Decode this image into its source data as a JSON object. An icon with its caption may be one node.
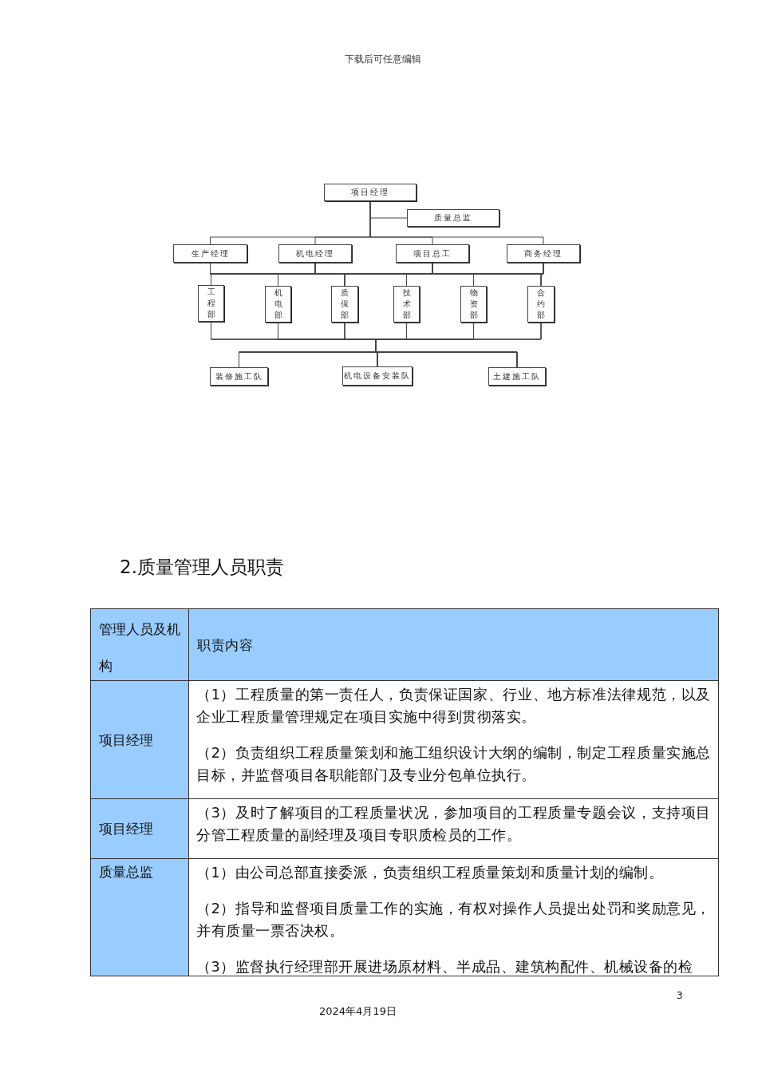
{
  "diagram": {
    "nodes": [
      {
        "text": [
          "项目经理"
        ]
      },
      {
        "text": [
          "质量总监"
        ]
      },
      {
        "text": [
          "生产经理"
        ]
      },
      {
        "text": [
          "机电经理"
        ]
      },
      {
        "text": [
          "项目总工"
        ]
      },
      {
        "text": [
          "商务经理"
        ]
      },
      {
        "text": [
          "工程部"
        ]
      },
      {
        "text": [
          "机电部"
        ]
      },
      {
        "text": [
          "质保部"
        ]
      },
      {
        "text": [
          "技术部"
        ]
      },
      {
        "text": [
          "物资部"
        ]
      },
      {
        "text": [
          "合约部"
        ]
      },
      {
        "text": [
          "装修施工队"
        ]
      },
      {
        "text": [
          "机电设备安装队"
        ]
      },
      {
        "text": [
          "土建施工队"
        ]
      }
    ],
    "edges": [
      {
        "from": 0,
        "to": 1,
        "arrow": "none"
      },
      {
        "from": 0,
        "to": 2,
        "arrow": "none"
      },
      {
        "from": 0,
        "to": 3,
        "arrow": "none"
      },
      {
        "from": 0,
        "to": 4,
        "arrow": "none"
      },
      {
        "from": 0,
        "to": 5,
        "arrow": "none"
      },
      {
        "from": 2,
        "to": 6,
        "arrow": "none"
      },
      {
        "from": 2,
        "to": 7,
        "arrow": "none"
      },
      {
        "from": 2,
        "to": 8,
        "arrow": "none"
      },
      {
        "from": 2,
        "to": 9,
        "arrow": "none"
      },
      {
        "from": 2,
        "to": 10,
        "arrow": "none"
      },
      {
        "from": 2,
        "to": 11,
        "arrow": "none"
      },
      {
        "from": 3,
        "to": 6,
        "arrow": "none"
      },
      {
        "from": 3,
        "to": 7,
        "arrow": "none"
      },
      {
        "from": 3,
        "to": 8,
        "arrow": "none"
      },
      {
        "from": 3,
        "to": 9,
        "arrow": "none"
      },
      {
        "from": 3,
        "to": 10,
        "arrow": "none"
      },
      {
        "from": 3,
        "to": 11,
        "arrow": "none"
      },
      {
        "from": 4,
        "to": 6,
        "arrow": "none"
      },
      {
        "from": 4,
        "to": 7,
        "arrow": "none"
      },
      {
        "from": 4,
        "to": 8,
        "arrow": "none"
      },
      {
        "from": 4,
        "to": 9,
        "arrow": "none"
      },
      {
        "from": 4,
        "to": 10,
        "arrow": "none"
      },
      {
        "from": 4,
        "to": 11,
        "arrow": "none"
      },
      {
        "from": 5,
        "to": 6,
        "arrow": "none"
      },
      {
        "from": 5,
        "to": 7,
        "arrow": "none"
      },
      {
        "from": 5,
        "to": 8,
        "arrow": "none"
      },
      {
        "from": 5,
        "to": 9,
        "arrow": "none"
      },
      {
        "from": 5,
        "to": 10,
        "arrow": "none"
      },
      {
        "from": 5,
        "to": 11,
        "arrow": "none"
      },
      {
        "from": 6,
        "to": 12,
        "arrow": "none"
      },
      {
        "from": 6,
        "to": 13,
        "arrow": "none"
      },
      {
        "from": 6,
        "to": 14,
        "arrow": "none"
      },
      {
        "from": 7,
        "to": 12,
        "arrow": "none"
      },
      {
        "from": 7,
        "to": 13,
        "arrow": "none"
      },
      {
        "from": 7,
        "to": 14,
        "arrow": "none"
      },
      {
        "from": 8,
        "to": 12,
        "arrow": "none"
      },
      {
        "from": 8,
        "to": 13,
        "arrow": "none"
      },
      {
        "from": 8,
        "to": 14,
        "arrow": "none"
      },
      {
        "from": 9,
        "to": 12,
        "arrow": "none"
      },
      {
        "from": 9,
        "to": 13,
        "arrow": "none"
      },
      {
        "from": 9,
        "to": 14,
        "arrow": "none"
      },
      {
        "from": 10,
        "to": 12,
        "arrow": "none"
      },
      {
        "from": 10,
        "to": 13,
        "arrow": "none"
      },
      {
        "from": 10,
        "to": 14,
        "arrow": "none"
      },
      {
        "from": 11,
        "to": 12,
        "arrow": "none"
      },
      {
        "from": 11,
        "to": 13,
        "arrow": "none"
      },
      {
        "from": 11,
        "to": 14,
        "arrow": "none"
      }
    ],
    "labels": [
      "下载后可任意编辑",
      "2.质量管理人员职责",
      "管理人员及机构",
      "职责内容",
      "项目经理",
      "（1）工程质量的第一责任人，负责保证国家、行业、地方标准法律规范，以及企业工程质量管理规定在项目实施中得到贯彻落实。",
      "（2）负责组织工程质量策划和施工组织设计大纲的编制，制定工程质量实施总目标，并监督项目各职能部门及专业分包单位执行。",
      "项目经理",
      "（3）及时了解项目的工程质量状况，参加项目的工程质量专题会议，支持项目分管工程质量的副经理及项目专职质检员的工作。",
      "质量总监",
      "（1）由公司总部直接委派，负责组织工程质量策划和质量计划的编制。",
      "（2）指导和监督项目质量工作的实施，有权对操作人员提出处罚和奖励意见，并有质量一票否决权。",
      "（3）监督执行经理部开展进场原材料、半成品、建筑构配件、机械设备的检",
      "3",
      "2024年4月19日"
    ]
  }
}
